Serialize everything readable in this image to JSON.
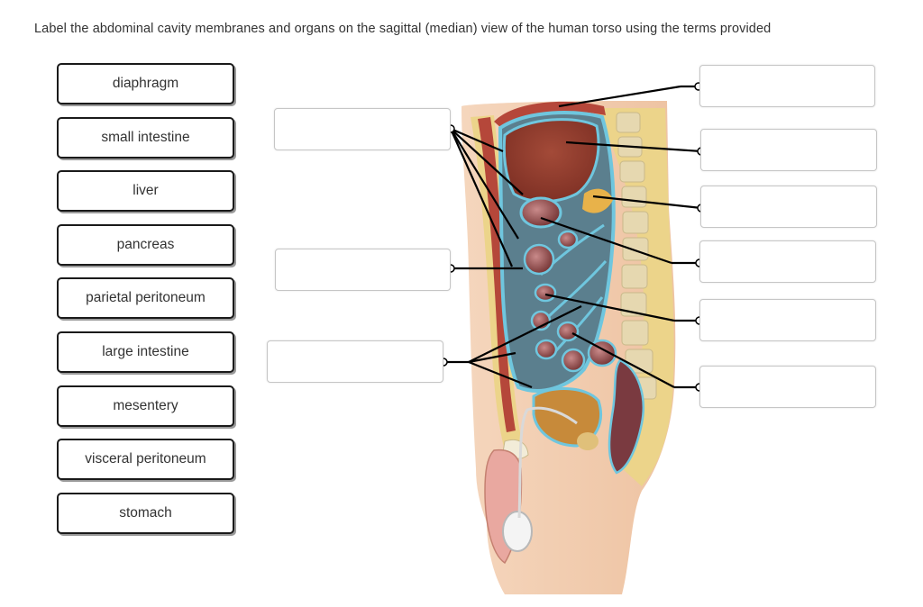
{
  "instructions": "Label the abdominal cavity membranes and organs on the sagittal (median) view of the human torso using the terms provided",
  "terms": [
    "diaphragm",
    "small intestine",
    "liver",
    "pancreas",
    "parietal peritoneum",
    "large intestine",
    "mesentery",
    "visceral peritoneum",
    "stomach"
  ],
  "colors": {
    "term_border": "#1a1a1a",
    "drop_border": "#c6c6c6",
    "leader_line": "#000000",
    "peritoneal_cavity": "#5b7f8e",
    "peritoneum_membrane": "#6fc6de",
    "liver": "#8e3a2c",
    "fat": "#ecd48a",
    "spine": "#e8dcb8",
    "skin": "#f2cdb2"
  }
}
